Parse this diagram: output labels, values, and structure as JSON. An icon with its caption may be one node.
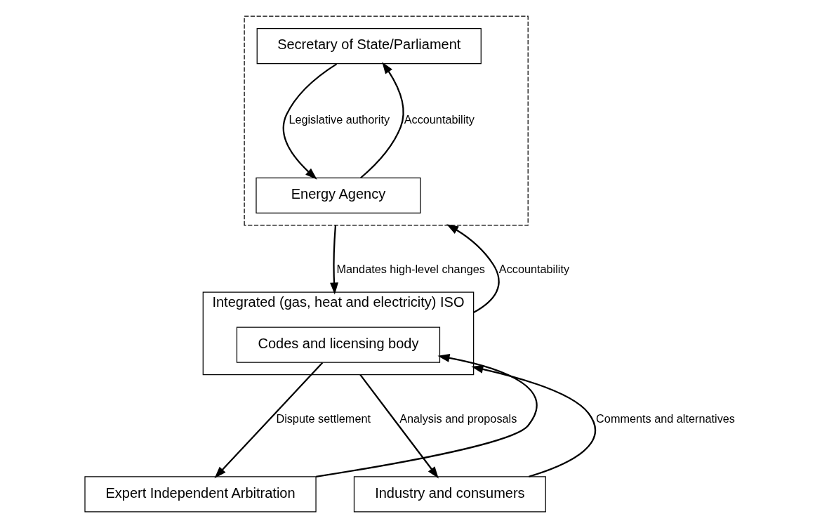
{
  "diagram": {
    "nodes": [
      {
        "text": [],
        "shape": "box"
      },
      {
        "text": [
          "Secretary of State/Parliament"
        ],
        "in": 0
      },
      {
        "text": [
          "Energy Agency"
        ],
        "in": 0
      },
      {
        "text": [
          "Integrated (gas, heat and electricity) ISO"
        ]
      },
      {
        "text": [
          "Codes and licensing body"
        ],
        "in": 3
      },
      {
        "text": [
          "Expert Independent Arbitration"
        ]
      },
      {
        "text": [
          "Industry and consumers"
        ]
      }
    ],
    "edges": [
      {
        "from": 2,
        "to": 1,
        "arrow": "to",
        "label": "Accountability"
      },
      {
        "from": 1,
        "to": 2,
        "arrow": "to",
        "label": "Legislative authority"
      },
      {
        "from": 0,
        "to": 3,
        "arrow": "to",
        "label": "Mandates high-level changes"
      },
      {
        "from": 3,
        "to": 0,
        "arrow": "to",
        "label": "Accountability"
      },
      {
        "from": 4,
        "to": 5,
        "arrow": "to",
        "label": "Dispute settlement"
      },
      {
        "from": 5,
        "to": 4,
        "arrow": "to"
      },
      {
        "from": 3,
        "to": 6,
        "arrow": "to",
        "label": "Analysis and proposals"
      },
      {
        "from": 6,
        "to": 3,
        "arrow": "to",
        "label": "Comments and alternatives"
      }
    ]
  }
}
